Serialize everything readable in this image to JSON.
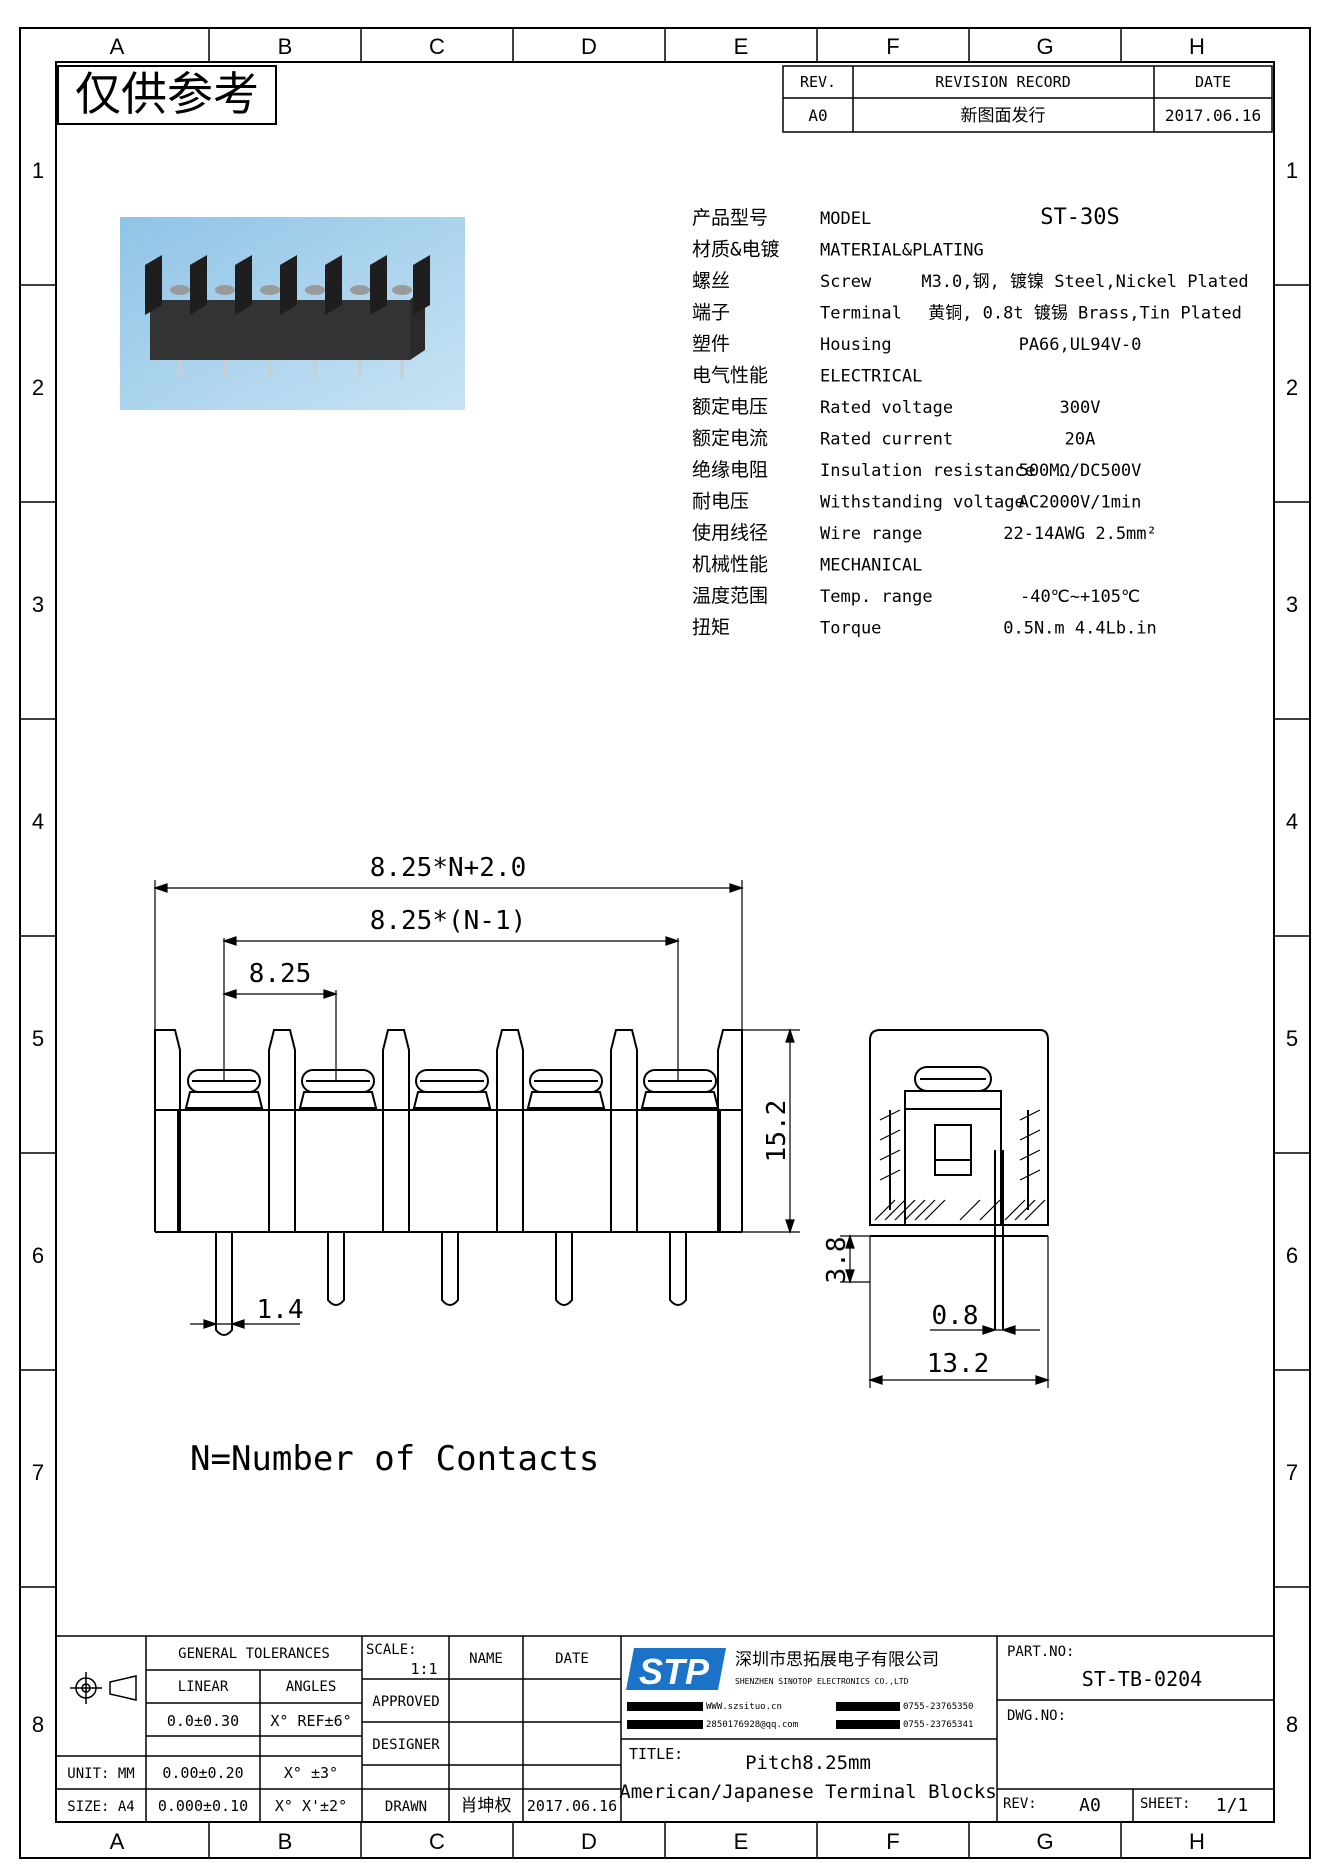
{
  "grid": {
    "columns": [
      "A",
      "B",
      "C",
      "D",
      "E",
      "F",
      "G",
      "H"
    ],
    "rows": [
      "1",
      "2",
      "3",
      "4",
      "5",
      "6",
      "7",
      "8"
    ]
  },
  "stamp": "仅供参考",
  "revision": {
    "rev_label": "REV.",
    "record_label": "REVISION RECORD",
    "date_label": "DATE",
    "rev": "A0",
    "record": "新图面发行",
    "date": "2017.06.16"
  },
  "specs": {
    "rows": [
      {
        "cn": "产品型号",
        "en": "MODEL",
        "val": "ST-30S"
      },
      {
        "cn": "材质&电镀",
        "en": "MATERIAL&PLATING",
        "val": ""
      },
      {
        "cn": "螺丝",
        "en": "Screw",
        "val": "M3.0,钢, 镀镍 Steel,Nickel Plated"
      },
      {
        "cn": "端子",
        "en": "Terminal",
        "val": "黄铜, 0.8t 镀锡 Brass,Tin Plated"
      },
      {
        "cn": "塑件",
        "en": "Housing",
        "val": "PA66,UL94V-0"
      },
      {
        "cn": "电气性能",
        "en": "ELECTRICAL",
        "val": ""
      },
      {
        "cn": "额定电压",
        "en": "Rated voltage",
        "val": "300V"
      },
      {
        "cn": "额定电流",
        "en": "Rated current",
        "val": "20A"
      },
      {
        "cn": "绝缘电阻",
        "en": "Insulation resistance",
        "val": "500MΩ/DC500V"
      },
      {
        "cn": "耐电压",
        "en": "Withstanding voltage",
        "val": "AC2000V/1min"
      },
      {
        "cn": "使用线径",
        "en": "Wire range",
        "val": "22-14AWG 2.5mm²"
      },
      {
        "cn": "机械性能",
        "en": "MECHANICAL",
        "val": ""
      },
      {
        "cn": "温度范围",
        "en": "Temp. range",
        "val": "-40℃~+105℃"
      },
      {
        "cn": "扭矩",
        "en": "Torque",
        "val": "0.5N.m 4.4Lb.in"
      }
    ]
  },
  "dims": {
    "total": "8.25*N+2.0",
    "span": "8.25*(N-1)",
    "pitch": "8.25",
    "height": "15.2",
    "pin_w": "1.4",
    "pin_len": "3.8",
    "pin_t": "0.8",
    "depth": "13.2"
  },
  "note": "N=Number of Contacts",
  "title_block": {
    "general_tol": "GENERAL TOLERANCES",
    "linear": "LINEAR",
    "angles": "ANGLES",
    "lin1": "0.0±0.30",
    "ang1": "X° REF±6°",
    "lin2": "0.00±0.20",
    "ang2": "X° ±3°",
    "lin3": "0.000±0.10",
    "ang3": "X° X'±2°",
    "unit": "UNIT: MM",
    "size": "SIZE: A4",
    "scale_label": "SCALE:",
    "scale": "1:1",
    "name": "NAME",
    "date": "DATE",
    "approved": "APPROVED",
    "designer": "DESIGNER",
    "drawn": "DRAWN",
    "drawn_name": "肖坤权",
    "drawn_date": "2017.06.16",
    "company_cn": "深圳市思拓展电子有限公司",
    "company_en": "SHENZHEN SINOTOP ELECTRONICS CO.,LTD",
    "web": "WWW.szsituo.cn",
    "email": "2850176928@qq.com",
    "tel": "0755-23765350",
    "fax": "0755-23765341",
    "title_label": "TITLE:",
    "title1": "Pitch8.25mm",
    "title2": "American/Japanese Terminal Blocks",
    "part_label": "PART.NO:",
    "part": "ST-TB-0204",
    "dwg_label": "DWG.NO:",
    "rev_label": "REV:",
    "rev": "A0",
    "sheet_label": "SHEET:",
    "sheet": "1/1",
    "logo": "STP"
  }
}
